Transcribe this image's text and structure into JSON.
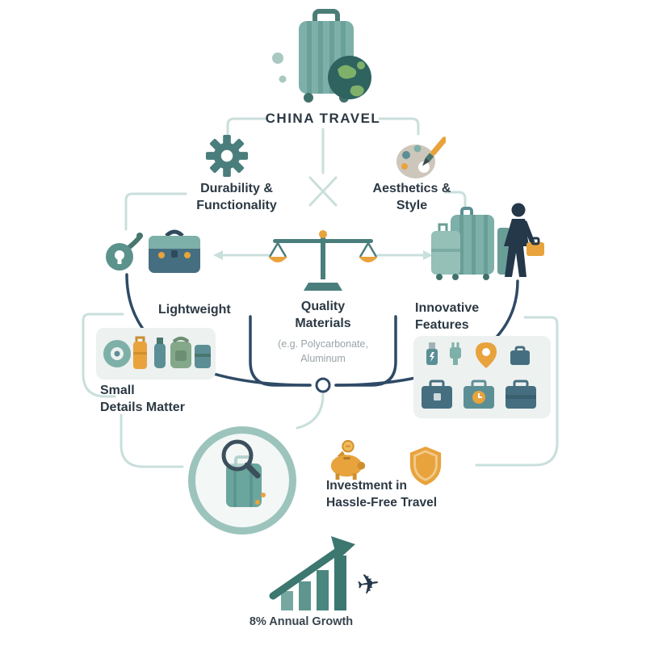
{
  "title": "CHINA TRAVEL",
  "branches": {
    "durability": {
      "lines": [
        "Durability &",
        "Functionality"
      ]
    },
    "aesthetics": {
      "lines": [
        "Aesthetics &",
        "Style"
      ]
    }
  },
  "features": {
    "lightweight": "Lightweight",
    "quality": {
      "lines": [
        "Quality",
        "Materials"
      ],
      "sub_lines": [
        "(e.g. Polycarbonate,",
        "Aluminum"
      ]
    },
    "innovative": {
      "lines": [
        "Innovative",
        "Features"
      ]
    },
    "small_details": {
      "lines": [
        "Small",
        "Details Matter"
      ]
    }
  },
  "investment": {
    "lines": [
      "Investment in",
      "Hassle-Free Travel"
    ]
  },
  "growth_label": "8% Annual Growth",
  "icons": {
    "airplane_glyph": "✈",
    "names": [
      "suitcase-globe",
      "gear",
      "palette",
      "balance-scale",
      "lock",
      "briefcase",
      "luggage-group",
      "traveler",
      "wheel",
      "carry-on",
      "backpack",
      "usb-drive",
      "charger",
      "location-pin",
      "clock-briefcase",
      "magnifier-suitcase",
      "piggy-bank",
      "shield",
      "growth-chart",
      "airplane"
    ]
  },
  "colors": {
    "teal": "#7db0a8",
    "teal_dark": "#4a7e7c",
    "teal_deep": "#2e6360",
    "slate_blue": "#456f80",
    "navy": "#2e4a66",
    "silhouette": "#24384a",
    "orange": "#e8a33d",
    "line_light": "#c9dfdc",
    "panel_bg": "#edf1f0",
    "ring": "#9cc4bd",
    "text_dark": "#2c3944",
    "text_gray": "#9aa3a8"
  }
}
